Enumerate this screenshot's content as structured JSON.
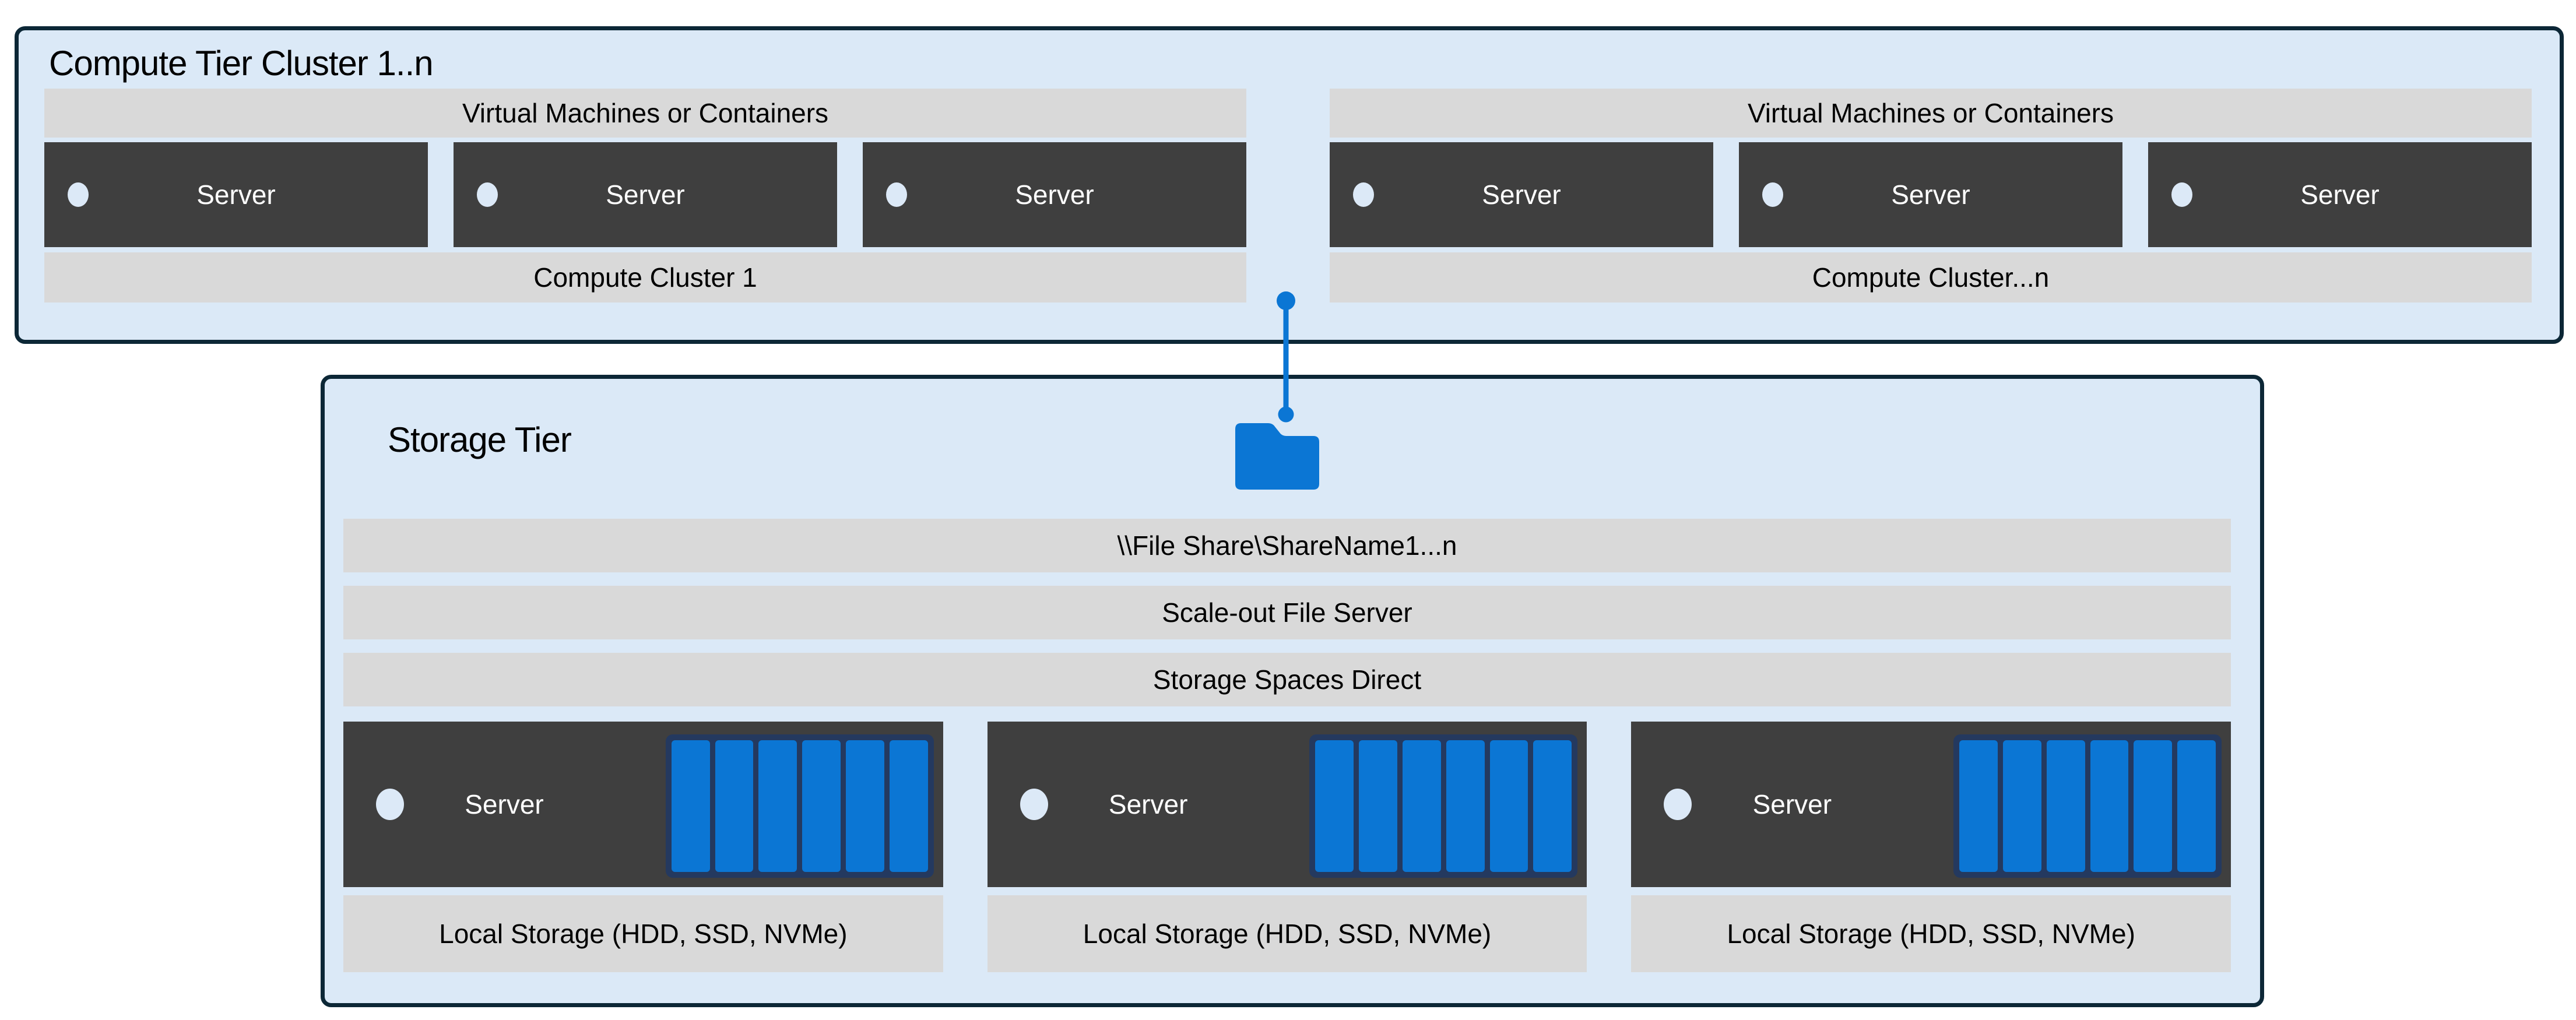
{
  "diagram": {
    "compute_tier": {
      "title": "Compute Tier Cluster 1..n",
      "clusters": [
        {
          "vm_label": "Virtual Machines or Containers",
          "servers": [
            "Server",
            "Server",
            "Server"
          ],
          "label": "Compute Cluster 1"
        },
        {
          "vm_label": "Virtual Machines or Containers",
          "servers": [
            "Server",
            "Server",
            "Server"
          ],
          "label": "Compute Cluster...n"
        }
      ]
    },
    "storage_tier": {
      "title": "Storage Tier",
      "layers": [
        {
          "label": "\\\\File Share\\ShareName1...n"
        },
        {
          "label": "Scale-out File Server"
        },
        {
          "label": "Storage Spaces Direct"
        }
      ],
      "servers": [
        {
          "label": "Server",
          "disk_count": 6,
          "storage_label": "Local Storage (HDD, SSD, NVMe)"
        },
        {
          "label": "Server",
          "disk_count": 6,
          "storage_label": "Local Storage (HDD, SSD, NVMe)"
        },
        {
          "label": "Server",
          "disk_count": 6,
          "storage_label": "Local Storage (HDD, SSD, NVMe)"
        }
      ]
    },
    "icons": {
      "folder": "folder-icon",
      "connector": "connector-link"
    },
    "colors": {
      "tier_fill": "#dbe9f7",
      "tier_border": "#0c2736",
      "bar_fill": "#d9d9d9",
      "server_fill": "#3f3f3f",
      "accent_blue": "#0b76d4",
      "disk_frame_navy": "#24395f",
      "text_dark": "#000000",
      "text_light": "#ffffff"
    }
  }
}
